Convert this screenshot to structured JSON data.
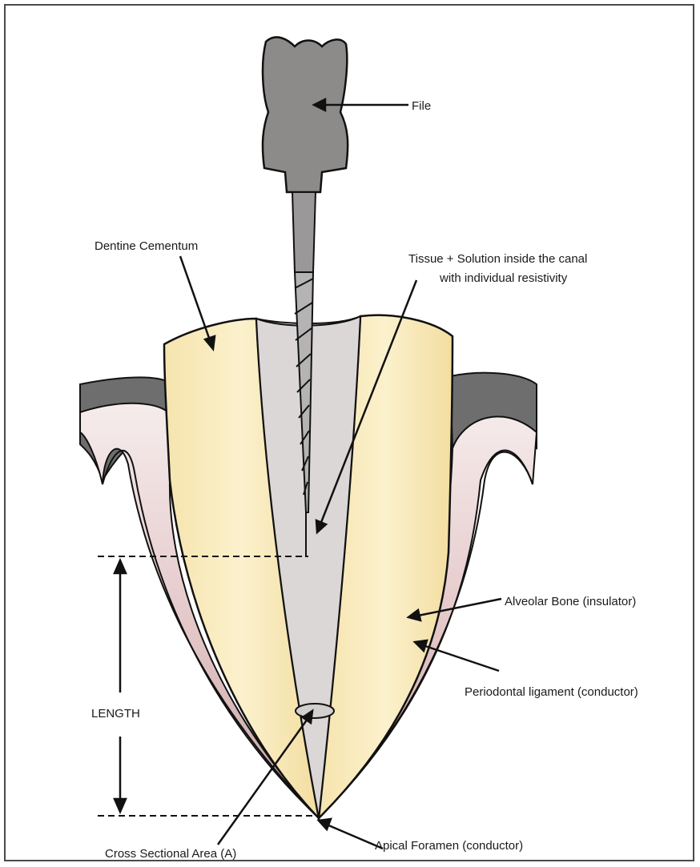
{
  "labels": {
    "file": "File",
    "dentine": "Dentine Cementum",
    "tissue_line1": "Tissue + Solution inside the canal",
    "tissue_line2": "with individual resistivity",
    "alveolar": "Alveolar Bone (insulator)",
    "length": "LENGTH",
    "periodontal": "Periodontal ligament (conductor)",
    "cross_section": "Cross Sectional Area (A)",
    "apical": "Apical Foramen (conductor)"
  },
  "colors": {
    "dentine": "#f8ebbd",
    "canal": "#dcd7d7",
    "bone_dark": "#6e6e6e",
    "gum_pink": "#e8cccd",
    "file_handle": "#8d8a8a",
    "outline": "#111111"
  }
}
